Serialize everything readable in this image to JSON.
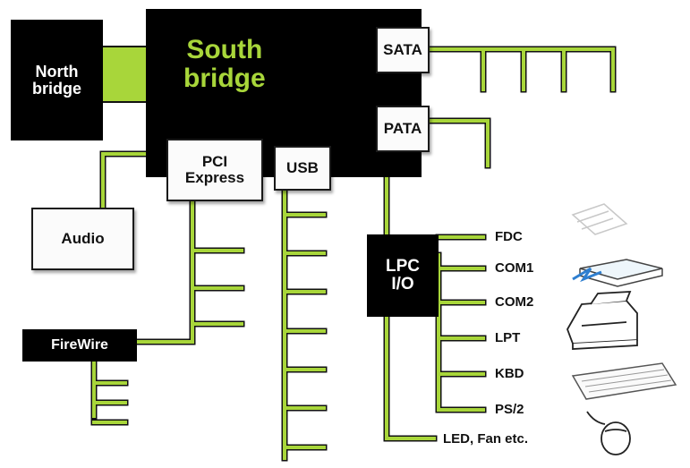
{
  "blocks": {
    "north_bridge": "North\nbridge",
    "south_bridge": "South\nbridge",
    "sata": "SATA",
    "pata": "PATA",
    "pci_express": "PCI\nExpress",
    "usb": "USB",
    "audio": "Audio",
    "firewire": "FireWire",
    "lpc_io": "LPC\nI/O"
  },
  "lpc_ports": {
    "fdc": "FDC",
    "com1": "COM1",
    "com2": "COM2",
    "lpt": "LPT",
    "kbd": "KBD",
    "ps2": "PS/2",
    "led_fan": "LED, Fan etc."
  },
  "colors": {
    "bus": "#a8d63a",
    "bus_outline": "#111111",
    "south_bridge_text": "#a8d63a",
    "chip": "#000000"
  },
  "icons": [
    "floppy-drive-icon",
    "modem-icon",
    "printer-icon",
    "keyboard-icon",
    "mouse-icon"
  ]
}
